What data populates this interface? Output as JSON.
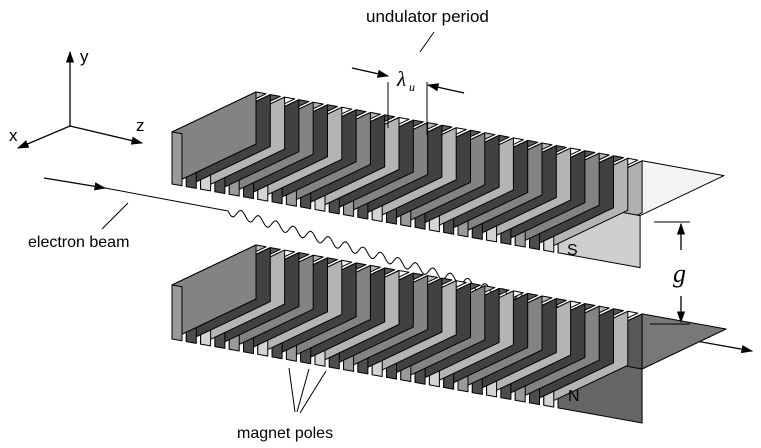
{
  "labels": {
    "undulator_period": "undulator period",
    "lambda": "λ",
    "lambda_sub": "u",
    "gap": "g",
    "electron_beam": "electron beam",
    "magnet_poles": "magnet poles",
    "south": "S",
    "north": "N"
  },
  "axes": {
    "x": "x",
    "y": "y",
    "z": "z"
  },
  "colors": {
    "dark": "#4d4d4d",
    "light": "#d4d4d4",
    "mid": "#9a9a9a",
    "north_pole": "#666666",
    "south_pole": "#cfcfcf"
  }
}
